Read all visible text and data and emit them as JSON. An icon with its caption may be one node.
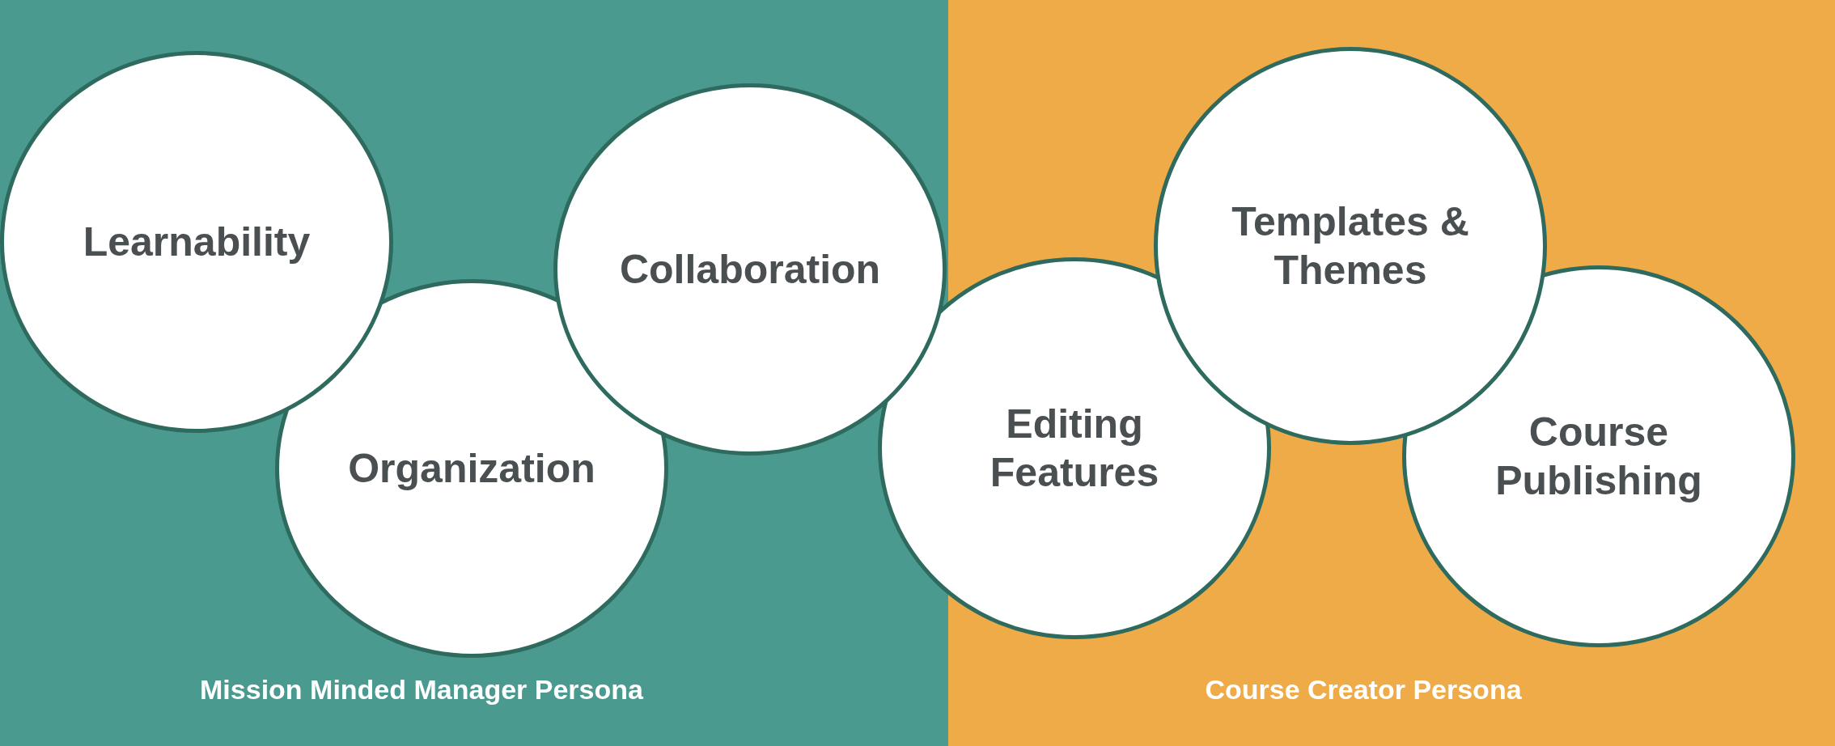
{
  "diagram": {
    "nodes": [
      {
        "text": [
          "Mission Minded Manager Persona"
        ]
      },
      {
        "text": [
          "Learnability"
        ],
        "in": 0
      },
      {
        "text": [
          "Organization"
        ],
        "in": 0
      },
      {
        "text": [
          "Collaboration"
        ],
        "in": 0
      },
      {
        "text": [
          "Course Creator Persona"
        ]
      },
      {
        "text": [
          "Editing Features"
        ]
      },
      {
        "text": [
          "Templates & Themes"
        ],
        "in": 4
      },
      {
        "text": [
          "Course Publishing"
        ],
        "in": 4
      }
    ]
  }
}
